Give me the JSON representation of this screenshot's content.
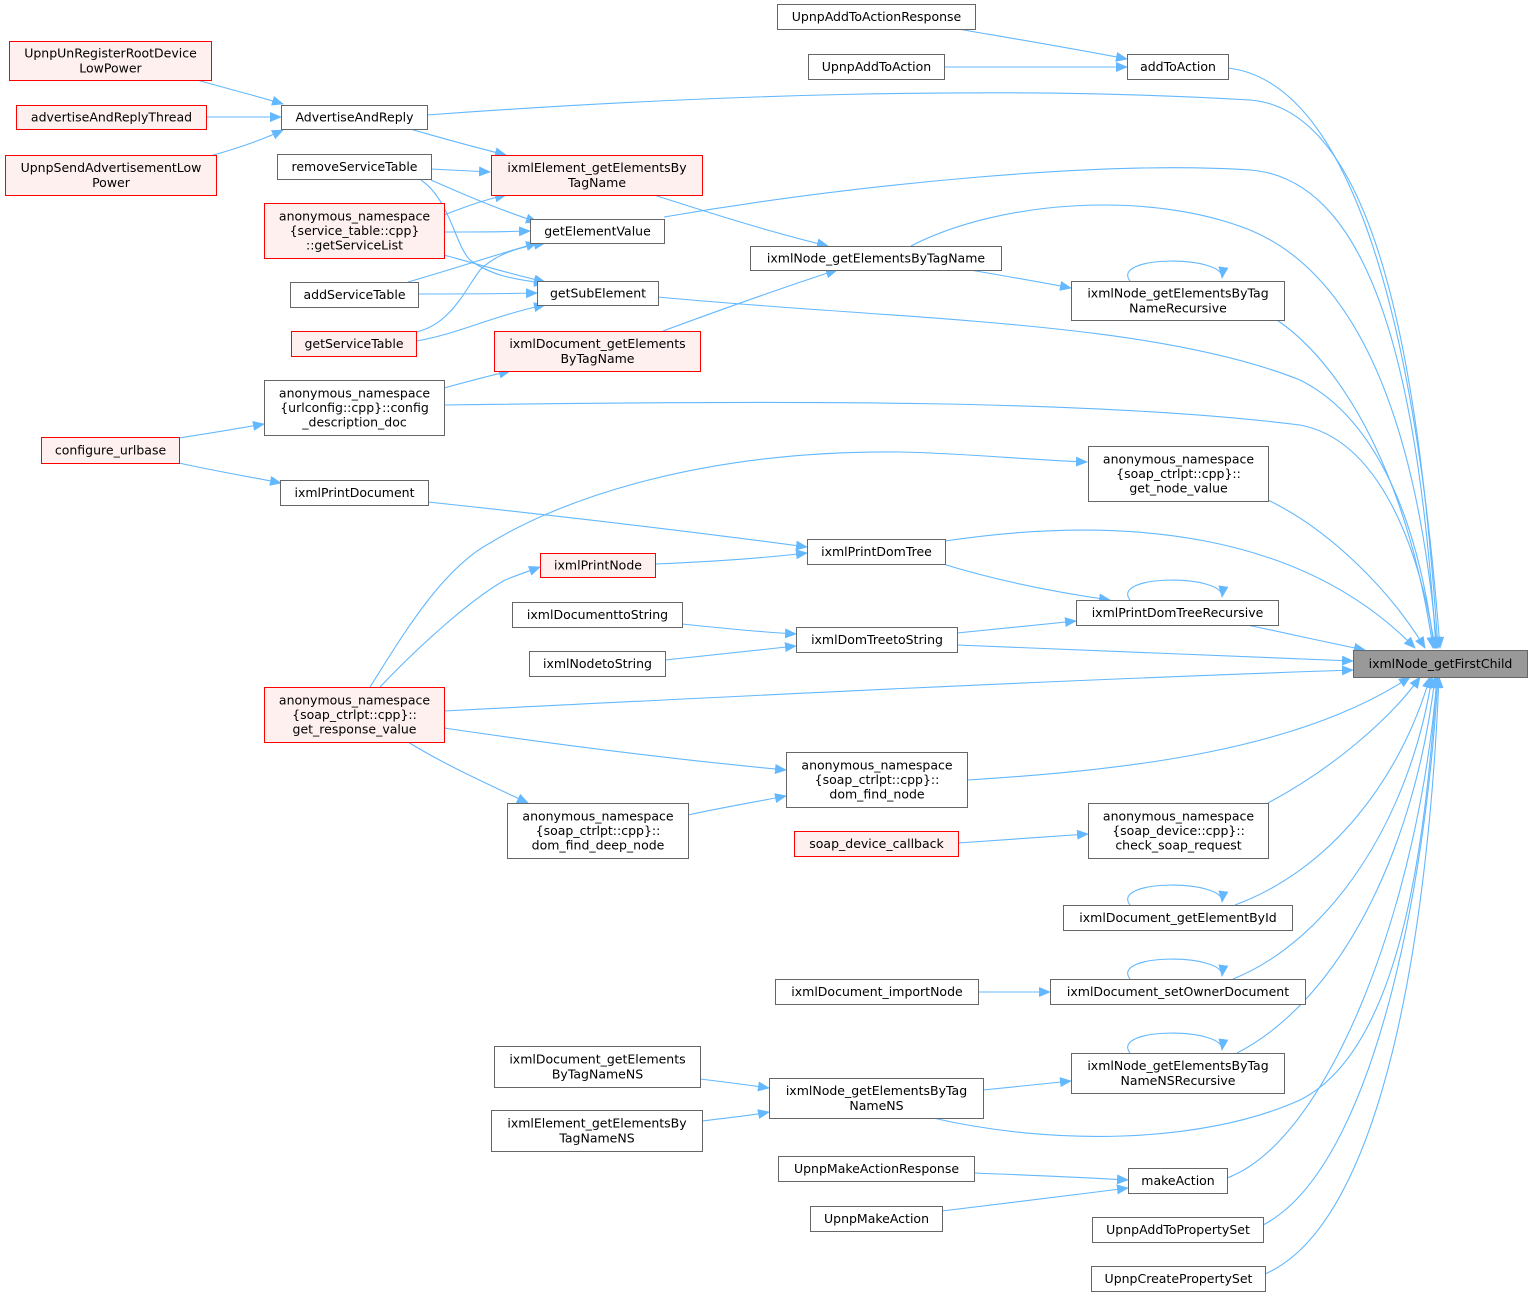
{
  "diagram": {
    "title": "",
    "colors": {
      "edge": "#63b8ff",
      "node_fill": "#ffffff",
      "node_stroke": "#666666",
      "red_fill": "#fff0f0",
      "red_stroke": "#ff0000",
      "focus_fill": "#999999",
      "focus_stroke": "#666666"
    },
    "nodes": [
      {
        "id": "unreg",
        "lines": [
          "UpnpUnRegisterRootDevice",
          "LowPower"
        ],
        "style": "red"
      },
      {
        "id": "advthread",
        "lines": [
          "advertiseAndReplyThread"
        ],
        "style": "red"
      },
      {
        "id": "sendadv",
        "lines": [
          "UpnpSendAdvertisementLow",
          "Power"
        ],
        "style": "red"
      },
      {
        "id": "advreply",
        "lines": [
          "AdvertiseAndReply"
        ],
        "style": "normal"
      },
      {
        "id": "removest",
        "lines": [
          "removeServiceTable"
        ],
        "style": "normal"
      },
      {
        "id": "getsvclist",
        "lines": [
          "anonymous_namespace",
          "{service_table::cpp}",
          "::getServiceList"
        ],
        "style": "red"
      },
      {
        "id": "addst",
        "lines": [
          "addServiceTable"
        ],
        "style": "normal"
      },
      {
        "id": "getst",
        "lines": [
          "getServiceTable"
        ],
        "style": "red"
      },
      {
        "id": "configdesc",
        "lines": [
          "anonymous_namespace",
          "{urlconfig::cpp}::config",
          "_description_doc"
        ],
        "style": "normal"
      },
      {
        "id": "confurl",
        "lines": [
          "configure_urlbase"
        ],
        "style": "red"
      },
      {
        "id": "printdoc",
        "lines": [
          "ixmlPrintDocument"
        ],
        "style": "normal"
      },
      {
        "id": "getresp",
        "lines": [
          "anonymous_namespace",
          "{soap_ctrlpt::cpp}::",
          "get_response_value"
        ],
        "style": "red"
      },
      {
        "id": "elgetbytag",
        "lines": [
          "ixmlElement_getElementsBy",
          "TagName"
        ],
        "style": "red"
      },
      {
        "id": "getelval",
        "lines": [
          "getElementValue"
        ],
        "style": "normal"
      },
      {
        "id": "getsub",
        "lines": [
          "getSubElement"
        ],
        "style": "normal"
      },
      {
        "id": "docgetbytag",
        "lines": [
          "ixmlDocument_getElements",
          "ByTagName"
        ],
        "style": "red"
      },
      {
        "id": "printnode",
        "lines": [
          "ixmlPrintNode"
        ],
        "style": "red"
      },
      {
        "id": "doctostr",
        "lines": [
          "ixmlDocumenttoString"
        ],
        "style": "normal"
      },
      {
        "id": "nodetostr",
        "lines": [
          "ixmlNodetoString"
        ],
        "style": "normal"
      },
      {
        "id": "deepnode",
        "lines": [
          "anonymous_namespace",
          "{soap_ctrlpt::cpp}::",
          "dom_find_deep_node"
        ],
        "style": "normal"
      },
      {
        "id": "docgetbytagns",
        "lines": [
          "ixmlDocument_getElements",
          "ByTagNameNS"
        ],
        "style": "normal"
      },
      {
        "id": "elgetbytagns",
        "lines": [
          "ixmlElement_getElementsBy",
          "TagNameNS"
        ],
        "style": "normal"
      },
      {
        "id": "addactresp",
        "lines": [
          "UpnpAddToActionResponse"
        ],
        "style": "normal"
      },
      {
        "id": "addact",
        "lines": [
          "UpnpAddToAction"
        ],
        "style": "normal"
      },
      {
        "id": "nodegetbytag",
        "lines": [
          "ixmlNode_getElementsByTagName"
        ],
        "style": "normal"
      },
      {
        "id": "printdomtree",
        "lines": [
          "ixmlPrintDomTree"
        ],
        "style": "normal"
      },
      {
        "id": "domtreetostr",
        "lines": [
          "ixmlDomTreetoString"
        ],
        "style": "normal"
      },
      {
        "id": "findnode",
        "lines": [
          "anonymous_namespace",
          "{soap_ctrlpt::cpp}::",
          "dom_find_node"
        ],
        "style": "normal"
      },
      {
        "id": "soapcb",
        "lines": [
          "soap_device_callback"
        ],
        "style": "red"
      },
      {
        "id": "importnode",
        "lines": [
          "ixmlDocument_importNode"
        ],
        "style": "normal"
      },
      {
        "id": "nodegetbytagns",
        "lines": [
          "ixmlNode_getElementsByTag",
          "NameNS"
        ],
        "style": "normal"
      },
      {
        "id": "makeactresp",
        "lines": [
          "UpnpMakeActionResponse"
        ],
        "style": "normal"
      },
      {
        "id": "makeact",
        "lines": [
          "UpnpMakeAction"
        ],
        "style": "normal"
      },
      {
        "id": "addtoaction",
        "lines": [
          "addToAction"
        ],
        "style": "normal"
      },
      {
        "id": "getbytagrec",
        "lines": [
          "ixmlNode_getElementsByTag",
          "NameRecursive"
        ],
        "style": "normal"
      },
      {
        "id": "getnodeval",
        "lines": [
          "anonymous_namespace",
          "{soap_ctrlpt::cpp}::",
          "get_node_value"
        ],
        "style": "normal"
      },
      {
        "id": "printrec",
        "lines": [
          "ixmlPrintDomTreeRecursive"
        ],
        "style": "normal"
      },
      {
        "id": "checksoap",
        "lines": [
          "anonymous_namespace",
          "{soap_device::cpp}::",
          "check_soap_request"
        ],
        "style": "normal"
      },
      {
        "id": "getelbyid",
        "lines": [
          "ixmlDocument_getElementById"
        ],
        "style": "normal"
      },
      {
        "id": "setowner",
        "lines": [
          "ixmlDocument_setOwnerDocument"
        ],
        "style": "normal"
      },
      {
        "id": "getbytagnsrec",
        "lines": [
          "ixmlNode_getElementsByTag",
          "NameNSRecursive"
        ],
        "style": "normal"
      },
      {
        "id": "makeaction",
        "lines": [
          "makeAction"
        ],
        "style": "normal"
      },
      {
        "id": "addpropset",
        "lines": [
          "UpnpAddToPropertySet"
        ],
        "style": "normal"
      },
      {
        "id": "createpropset",
        "lines": [
          "UpnpCreatePropertySet"
        ],
        "style": "normal"
      },
      {
        "id": "getfirstchild",
        "lines": [
          "ixmlNode_getFirstChild"
        ],
        "style": "focus"
      }
    ],
    "edges": [
      [
        "unreg",
        "advreply"
      ],
      [
        "advthread",
        "advreply"
      ],
      [
        "sendadv",
        "advreply"
      ],
      [
        "advreply",
        "elgetbytag"
      ],
      [
        "advreply",
        "getfirstchild"
      ],
      [
        "removest",
        "elgetbytag"
      ],
      [
        "removest",
        "getelval"
      ],
      [
        "removest",
        "getsub"
      ],
      [
        "getsvclist",
        "elgetbytag"
      ],
      [
        "getsvclist",
        "getelval"
      ],
      [
        "getsvclist",
        "getsub"
      ],
      [
        "addst",
        "getelval"
      ],
      [
        "addst",
        "getsub"
      ],
      [
        "getst",
        "getelval"
      ],
      [
        "getst",
        "getsub"
      ],
      [
        "confurl",
        "configdesc"
      ],
      [
        "confurl",
        "printdoc"
      ],
      [
        "configdesc",
        "docgetbytag"
      ],
      [
        "configdesc",
        "getfirstchild"
      ],
      [
        "printdoc",
        "printdomtree"
      ],
      [
        "getresp",
        "getnodeval"
      ],
      [
        "getresp",
        "printnode"
      ],
      [
        "getresp",
        "findnode"
      ],
      [
        "getresp",
        "deepnode"
      ],
      [
        "getresp",
        "getfirstchild"
      ],
      [
        "elgetbytag",
        "nodegetbytag"
      ],
      [
        "getelval",
        "getfirstchild"
      ],
      [
        "getsub",
        "getfirstchild"
      ],
      [
        "docgetbytag",
        "nodegetbytag"
      ],
      [
        "printnode",
        "printdomtree"
      ],
      [
        "doctostr",
        "domtreetostr"
      ],
      [
        "nodetostr",
        "domtreetostr"
      ],
      [
        "deepnode",
        "findnode"
      ],
      [
        "docgetbytagns",
        "nodegetbytagns"
      ],
      [
        "elgetbytagns",
        "nodegetbytagns"
      ],
      [
        "addactresp",
        "addtoaction"
      ],
      [
        "addact",
        "addtoaction"
      ],
      [
        "nodegetbytag",
        "getbytagrec"
      ],
      [
        "nodegetbytag",
        "getfirstchild"
      ],
      [
        "printdomtree",
        "printrec"
      ],
      [
        "printdomtree",
        "getfirstchild"
      ],
      [
        "domtreetostr",
        "printrec"
      ],
      [
        "domtreetostr",
        "getfirstchild"
      ],
      [
        "findnode",
        "getfirstchild"
      ],
      [
        "soapcb",
        "checksoap"
      ],
      [
        "importnode",
        "setowner"
      ],
      [
        "nodegetbytagns",
        "getbytagnsrec"
      ],
      [
        "nodegetbytagns",
        "getfirstchild"
      ],
      [
        "makeactresp",
        "makeaction"
      ],
      [
        "makeact",
        "makeaction"
      ],
      [
        "addtoaction",
        "getfirstchild"
      ],
      [
        "getbytagrec",
        "getfirstchild"
      ],
      [
        "getnodeval",
        "getfirstchild"
      ],
      [
        "printrec",
        "getfirstchild"
      ],
      [
        "checksoap",
        "getfirstchild"
      ],
      [
        "getelbyid",
        "getfirstchild"
      ],
      [
        "setowner",
        "getfirstchild"
      ],
      [
        "getbytagnsrec",
        "getfirstchild"
      ],
      [
        "makeaction",
        "getfirstchild"
      ],
      [
        "addpropset",
        "getfirstchild"
      ],
      [
        "createpropset",
        "getfirstchild"
      ],
      [
        "getbytagrec",
        "getbytagrec"
      ],
      [
        "printrec",
        "printrec"
      ],
      [
        "getelbyid",
        "getelbyid"
      ],
      [
        "setowner",
        "setowner"
      ],
      [
        "getbytagnsrec",
        "getbytagnsrec"
      ]
    ]
  }
}
